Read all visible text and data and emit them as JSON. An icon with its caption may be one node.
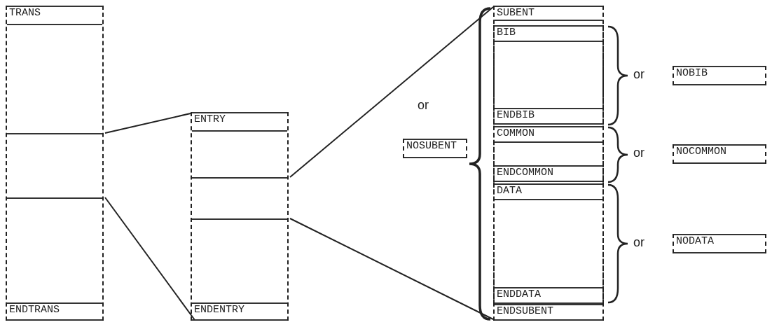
{
  "diagram": {
    "nodes": [
      {
        "text": [
          "TRANS",
          "ENDTRANS"
        ]
      },
      {
        "text": [
          "ENTRY",
          "ENDENTRY"
        ]
      },
      {
        "text": [
          "NOSUBENT"
        ]
      },
      {
        "text": [
          "SUBENT",
          "ENDSUBENT"
        ]
      },
      {
        "text": [
          "BIB",
          "ENDBIB"
        ],
        "in": 3
      },
      {
        "text": [
          "COMMON",
          "ENDCOMMON"
        ],
        "in": 3
      },
      {
        "text": [
          "DATA",
          "ENDDATA"
        ],
        "in": 3
      },
      {
        "text": [
          "NOBIB"
        ]
      },
      {
        "text": [
          "NOCOMMON"
        ]
      },
      {
        "text": [
          "NODATA"
        ]
      }
    ],
    "edges": [
      {
        "from": 0,
        "to": 1,
        "arrow": "none"
      },
      {
        "from": 0,
        "to": 1,
        "arrow": "none"
      },
      {
        "from": 1,
        "to": 3,
        "arrow": "none"
      },
      {
        "from": 1,
        "to": 3,
        "arrow": "none"
      }
    ],
    "labels": [
      "or",
      "or",
      "or",
      "or"
    ]
  }
}
